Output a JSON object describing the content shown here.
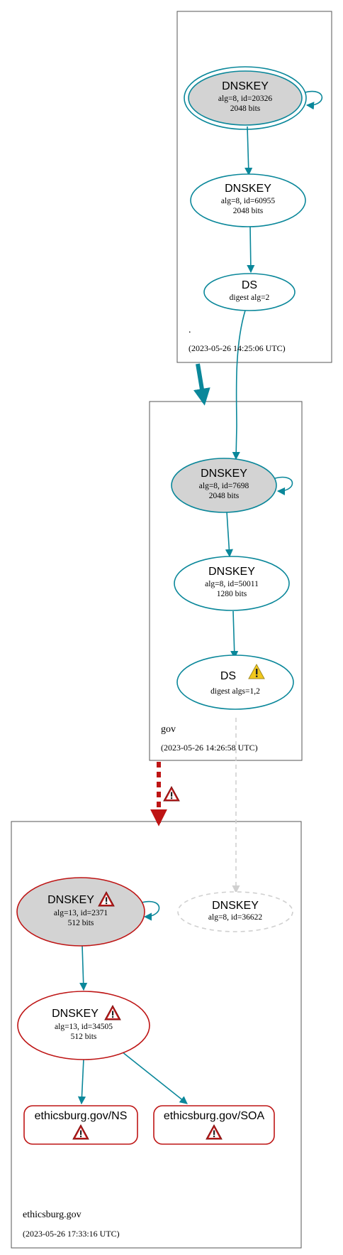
{
  "zones": [
    {
      "id": "root",
      "name": ".",
      "timestamp": "(2023-05-26 14:25:06 UTC)"
    },
    {
      "id": "gov",
      "name": "gov",
      "timestamp": "(2023-05-26 14:26:58 UTC)"
    },
    {
      "id": "ethicsburg",
      "name": "ethicsburg.gov",
      "timestamp": "(2023-05-26 17:33:16 UTC)"
    }
  ],
  "nodes": {
    "root_ksk": {
      "title": "DNSKEY",
      "line1": "alg=8, id=20326",
      "line2": "2048 bits"
    },
    "root_zsk": {
      "title": "DNSKEY",
      "line1": "alg=8, id=60955",
      "line2": "2048 bits"
    },
    "root_ds": {
      "title": "DS",
      "line1": "digest alg=2"
    },
    "gov_ksk": {
      "title": "DNSKEY",
      "line1": "alg=8, id=7698",
      "line2": "2048 bits"
    },
    "gov_zsk": {
      "title": "DNSKEY",
      "line1": "alg=8, id=50011",
      "line2": "1280 bits"
    },
    "gov_ds": {
      "title": "DS",
      "line1": "digest algs=1,2"
    },
    "eth_ksk": {
      "title": "DNSKEY",
      "line1": "alg=13, id=2371",
      "line2": "512 bits"
    },
    "eth_missing": {
      "title": "DNSKEY",
      "line1": "alg=8, id=36622"
    },
    "eth_zsk": {
      "title": "DNSKEY",
      "line1": "alg=13, id=34505",
      "line2": "512 bits"
    },
    "eth_ns": {
      "title": "ethicsburg.gov/NS"
    },
    "eth_soa": {
      "title": "ethicsburg.gov/SOA"
    }
  },
  "colors": {
    "secure": "#0a879a",
    "bogus": "#be1515",
    "missing": "#d0d0d0",
    "ksk_fill": "#d3d3d3",
    "warning_yellow": "#f2c81b",
    "error_red": "#c01c1c"
  },
  "icons": [
    "warning-icon",
    "error-icon"
  ]
}
